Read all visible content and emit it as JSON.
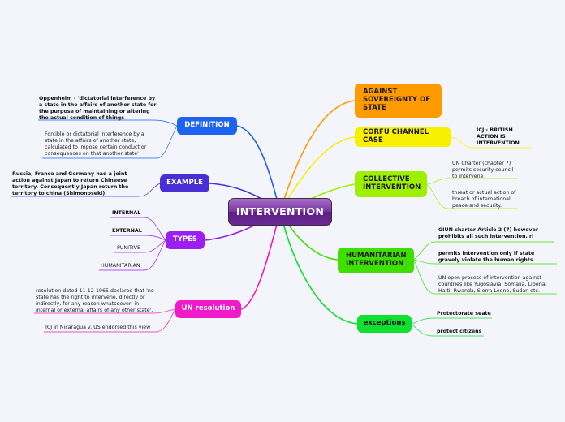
{
  "central": "INTERVENTION",
  "left_branches": {
    "definition": {
      "label": "DEFINITION",
      "color": "#1e63f0",
      "leaves": [
        "Oppenheim - 'dictatorial interference by a state in the affairs of another state for the purpose of maintaining or altering the actual condition of things",
        "Forcible or dictatorial interference by a state in the affairs of another state, calculated to impose certain conduct or consequences on that another state'"
      ]
    },
    "example": {
      "label": "EXAMPLE",
      "color": "#4a2fd6",
      "leaves": [
        "Russia, France and Germany had a joint action against Japan to return Chineese territory. Consequently Japan return the territory to china (Shimonoseki)."
      ]
    },
    "types": {
      "label": "TYPES",
      "color": "#9a1ff0",
      "leaves": [
        "INTERNAL",
        "EXTERNAL",
        "PUNITIVE",
        "HUMANITARIAN"
      ]
    },
    "un_resolution": {
      "label": "UN resolution",
      "color": "#f01ac8",
      "leaves": [
        "resolution dated 11-12-1965 declared that 'no state has the right to intervene, directly or indirectly, for any reason whatsoever, in internal or external affairs of any other state'.",
        "ICJ in Nicaragua v. US endorsed this view"
      ]
    }
  },
  "right_branches": {
    "against": {
      "label": "AGAINST SOVEREIGNTY OF STATE",
      "color": "#ff9a00",
      "leaves": []
    },
    "corfu": {
      "label": "CORFU CHANNEL CASE",
      "color": "#f7f000",
      "leaves": [
        "ICJ - BRITISH ACTION IS INTERVENTION"
      ]
    },
    "collective": {
      "label": "COLLECTIVE INTERVENTION",
      "color": "#9ff000",
      "leaves": [
        "UN Charter (chapter 7) permits security council to intervene",
        "threat or actual action of breach of international peace and security."
      ]
    },
    "humanitarian": {
      "label": "HUMANITARIAN INTERVENTION",
      "color": "#3fe000",
      "leaves": [
        "GIUN charter Article 2 (7) however prohibits all such intervention. rl",
        "permits intervention only if state gravely violate the human rights.",
        "UN open process of intervention against countries like Yugoslavia, Somalia, Liberia, Haiti, Rwanda, Sierra Leone, Sudan etc."
      ]
    },
    "exceptions": {
      "label": "exceptions",
      "color": "#10e030",
      "leaves": [
        "Protectorate seate",
        "protect citizens"
      ]
    }
  }
}
